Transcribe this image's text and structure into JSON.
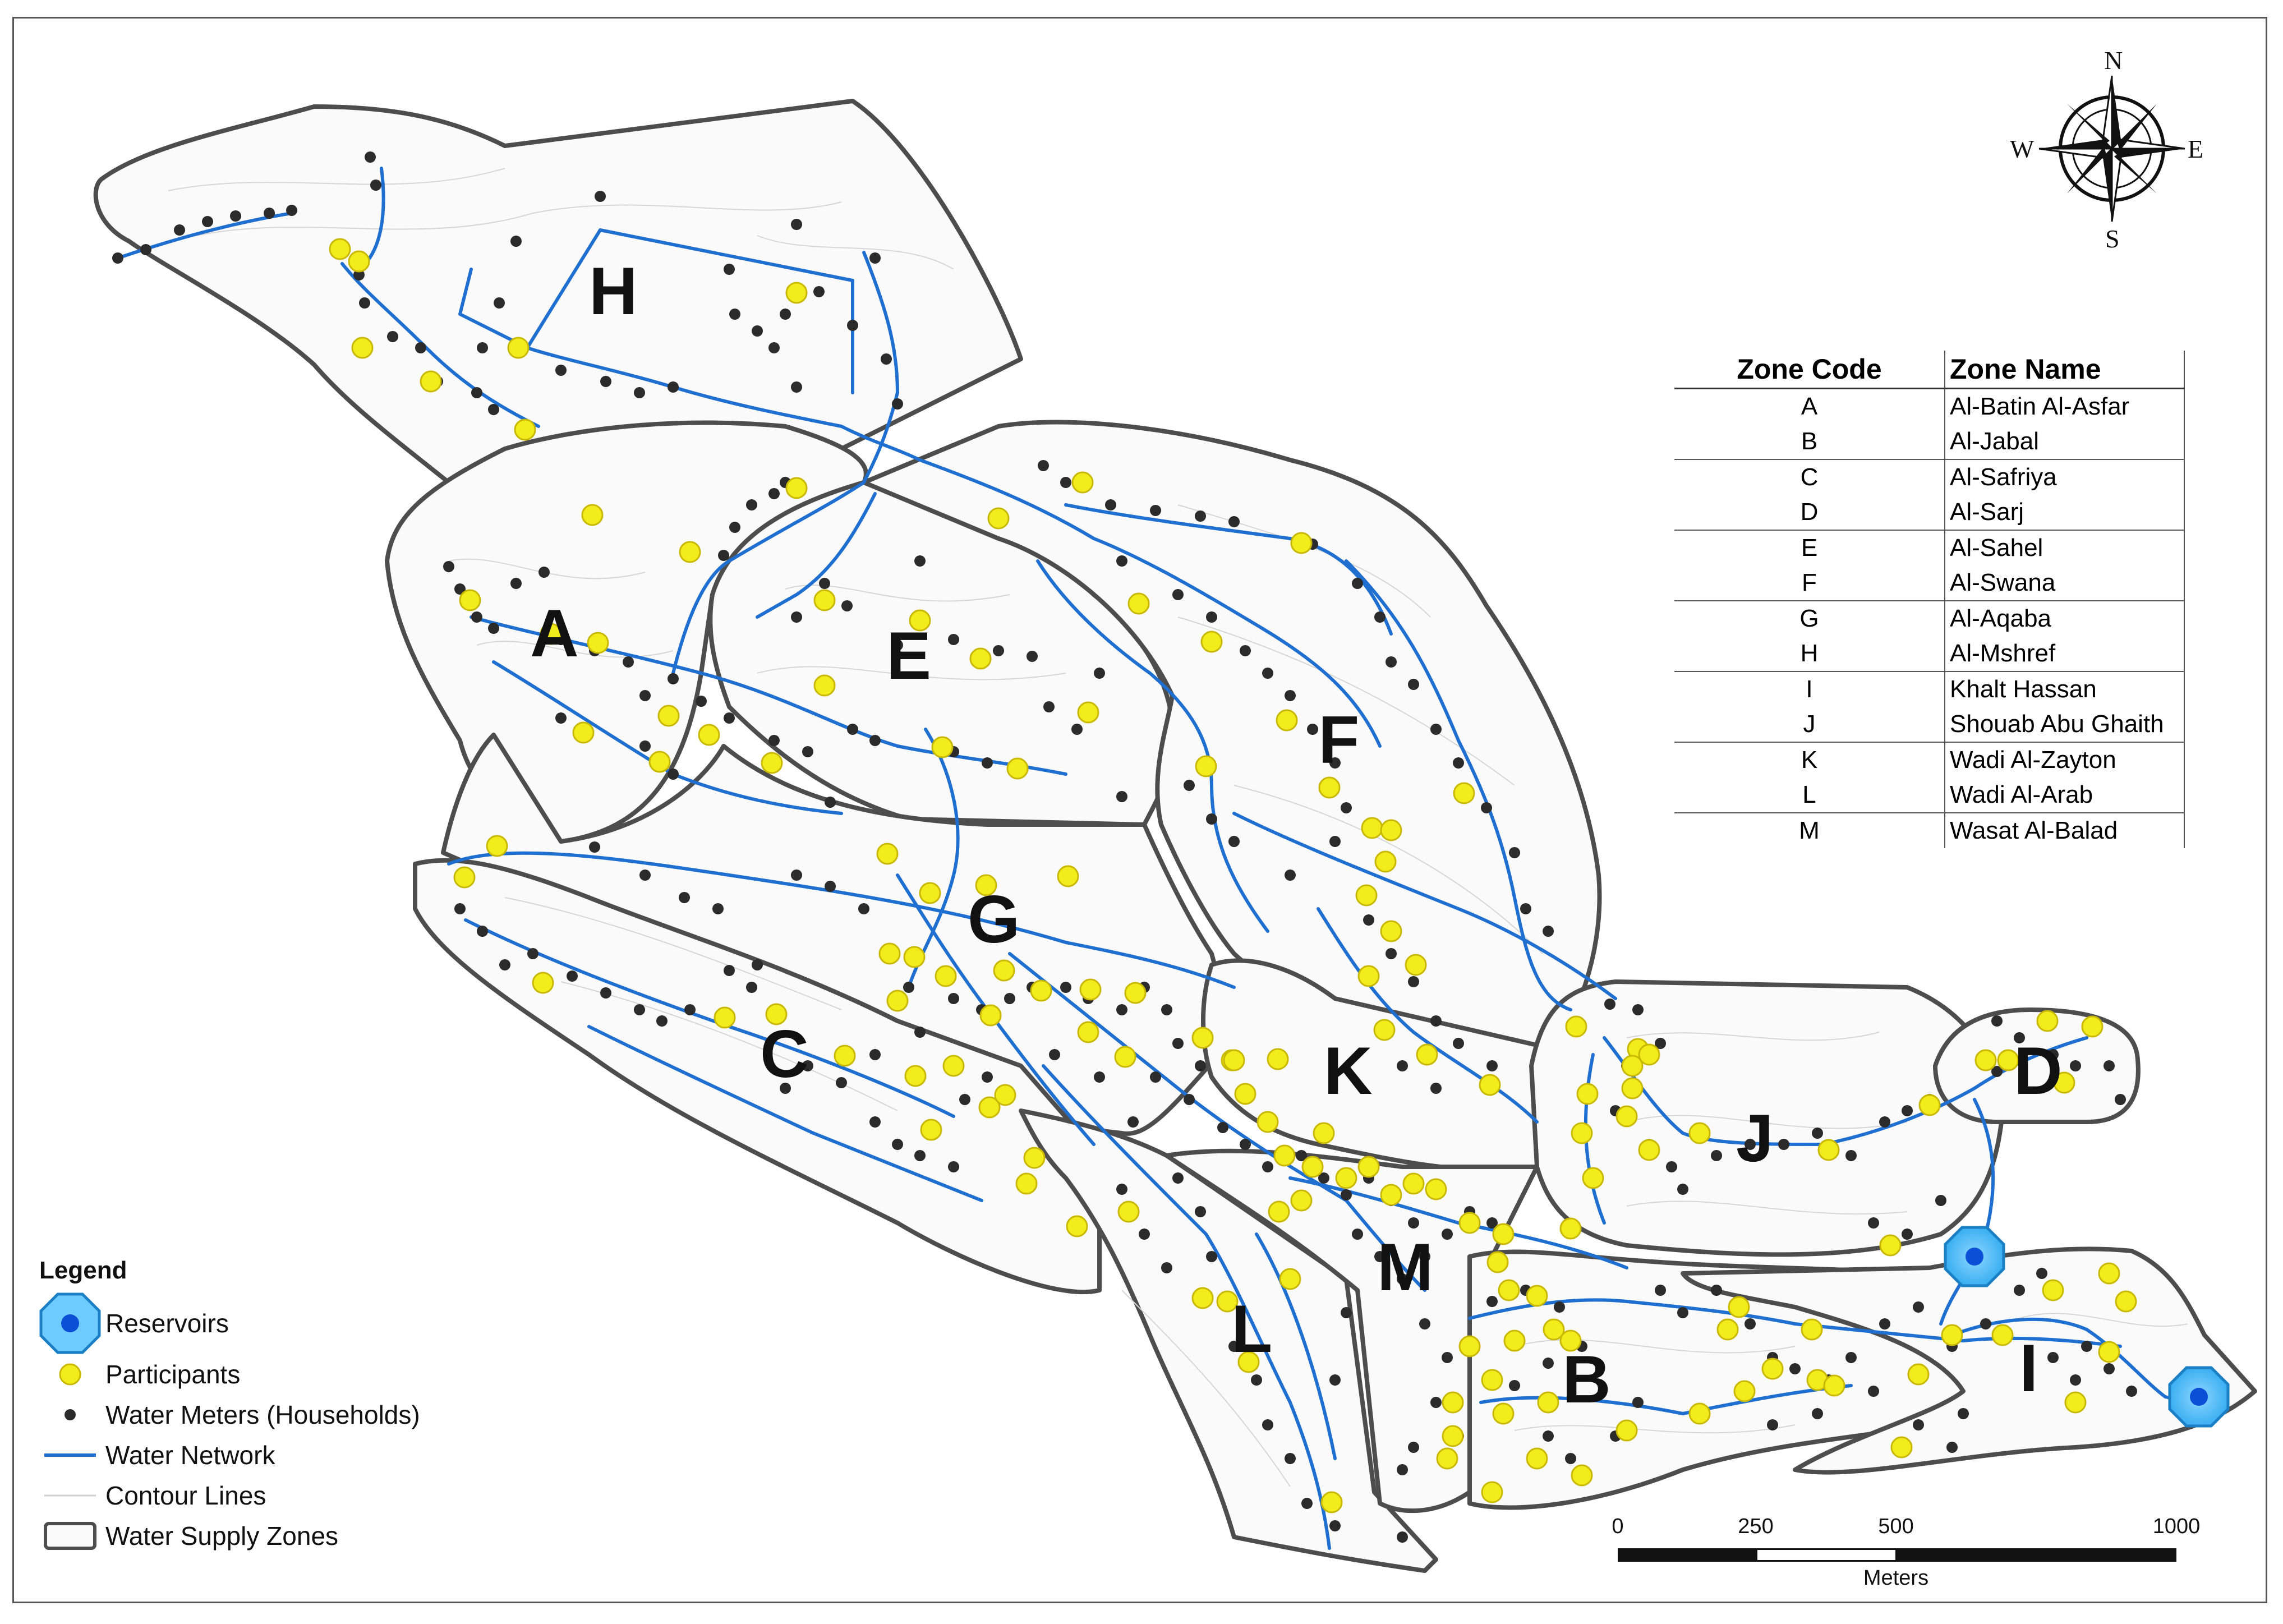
{
  "map": {
    "zone_labels": {
      "A": "A",
      "B": "B",
      "C": "C",
      "D": "D",
      "E": "E",
      "F": "F",
      "G": "G",
      "H": "H",
      "I": "I",
      "J": "J",
      "K": "K",
      "L": "L",
      "M": "M"
    },
    "compass": {
      "n": "N",
      "e": "E",
      "s": "S",
      "w": "W"
    },
    "colors": {
      "pipe": "#1f6fd1",
      "participant": "#f2ec1c",
      "meter": "#2b2b2b",
      "reservoir": "#1aa0f0",
      "zone_border": "#4d4d4d"
    }
  },
  "zone_table": {
    "headers": {
      "code": "Zone Code",
      "name": "Zone Name"
    },
    "rows": [
      {
        "code": "A",
        "name": "Al-Batin Al-Asfar"
      },
      {
        "code": "B",
        "name": "Al-Jabal"
      },
      {
        "code": "C",
        "name": "Al-Safriya"
      },
      {
        "code": "D",
        "name": "Al-Sarj"
      },
      {
        "code": "E",
        "name": "Al-Sahel"
      },
      {
        "code": "F",
        "name": "Al-Swana"
      },
      {
        "code": "G",
        "name": "Al-Aqaba"
      },
      {
        "code": "H",
        "name": "Al-Mshref"
      },
      {
        "code": "I",
        "name": "Khalt Hassan"
      },
      {
        "code": "J",
        "name": "Shouab Abu Ghaith"
      },
      {
        "code": "K",
        "name": "Wadi Al-Zayton"
      },
      {
        "code": "L",
        "name": "Wadi Al-Arab"
      },
      {
        "code": "M",
        "name": "Wasat Al-Balad"
      }
    ]
  },
  "legend": {
    "title": "Legend",
    "items": {
      "reservoirs": "Reservoirs",
      "participants": "Participants",
      "meters": "Water Meters (Households)",
      "network": "Water Network",
      "contours": "Contour Lines",
      "zones": "Water Supply Zones"
    }
  },
  "scale_bar": {
    "ticks": [
      "0",
      "250",
      "500",
      "1000"
    ],
    "units": "Meters"
  }
}
